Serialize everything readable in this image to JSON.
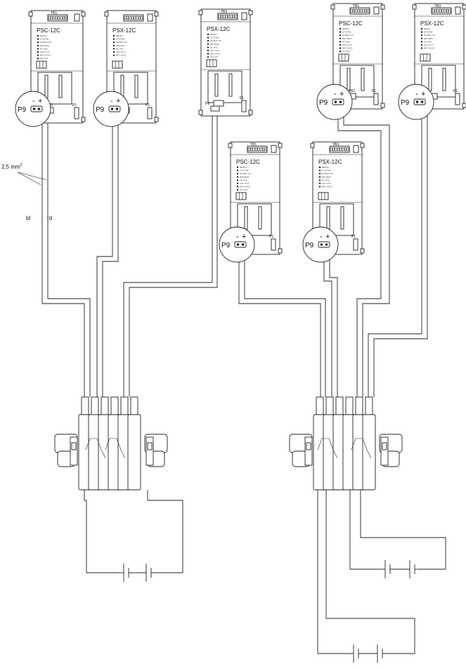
{
  "modules": [
    {
      "id": "m1",
      "title": "PSC-12C",
      "tb_top": "TB1",
      "tb_mid": "TB2",
      "p1": "P1",
      "p9": "P9",
      "minus": "-",
      "plus": "+",
      "leds": [
        "READY",
        "SYSTEM",
        "DC/BAT OK",
        "BATTERY",
        "AC FAIL",
        "AUX OUT",
        "BAT HOLD",
        "DO FAIL"
      ]
    },
    {
      "id": "m2",
      "title": "PSX-12C",
      "tb_top": "",
      "tb_mid": "",
      "p1": "P1",
      "p9": "P9",
      "minus": "-",
      "plus": "+",
      "leds": [
        "READY",
        "SYSTEM",
        "DC/BAT OK",
        "BATTERY",
        "AC FAIL",
        "AUX OUT",
        "BAT HOLD"
      ]
    },
    {
      "id": "m3",
      "title": "PSX-12C",
      "tb_top": "TB3",
      "tb_mid": "",
      "p1": "P1",
      "p9": "P9",
      "minus": "",
      "plus": "",
      "leds": [
        "READY",
        "SYSTEM",
        "DC/BAT OK",
        "BATTERY",
        "AC FAIL",
        "AUX OUT",
        "BAT HOLD",
        "DO FAIL"
      ]
    },
    {
      "id": "m4",
      "title": "PSC-12C",
      "tb_top": "TB1",
      "tb_mid": "TB2",
      "p1": "P1",
      "p9": "P9",
      "minus": "-",
      "plus": "+",
      "leds": [
        "READY",
        "SYSTEM",
        "DC/BAT OK",
        "BATTERY",
        "AC FAIL",
        "AUX OUT",
        "BAT HOLD",
        "DO FAIL"
      ]
    },
    {
      "id": "m5",
      "title": "PSX-12C",
      "tb_top": "TB3",
      "tb_mid": "",
      "p1": "P1",
      "p9": "P9",
      "minus": "-",
      "plus": "+",
      "leds": [
        "READY",
        "SYSTEM",
        "DC/BAT OK",
        "BATTERY",
        "AC FAIL",
        "AUX OUT",
        "BAT HOLD"
      ]
    },
    {
      "id": "m6",
      "title": "PSC-12C",
      "tb_top": "TB1",
      "tb_mid": "TB2",
      "p1": "P1",
      "p9": "P9",
      "minus": "-",
      "plus": "+",
      "leds": [
        "READY",
        "SYSTEM",
        "DC/BAT OK",
        "BATTERY",
        "AC FAIL",
        "AUX OUT",
        "BAT HOLD",
        "DO FAIL"
      ]
    },
    {
      "id": "m7",
      "title": "PSX-12C",
      "tb_top": "TB3",
      "tb_mid": "",
      "p1": "P1",
      "p9": "P9",
      "minus": "-",
      "plus": "+",
      "leds": [
        "READY",
        "SYSTEM",
        "DC/BAT OK",
        "BATTERY",
        "AC FAIL",
        "AUX OUT",
        "BAT HOLD"
      ]
    }
  ],
  "labels": {
    "wire_size": "2,5 mm",
    "wire_size_sup": "2",
    "wire_blue": "bl",
    "wire_red": "rd"
  }
}
